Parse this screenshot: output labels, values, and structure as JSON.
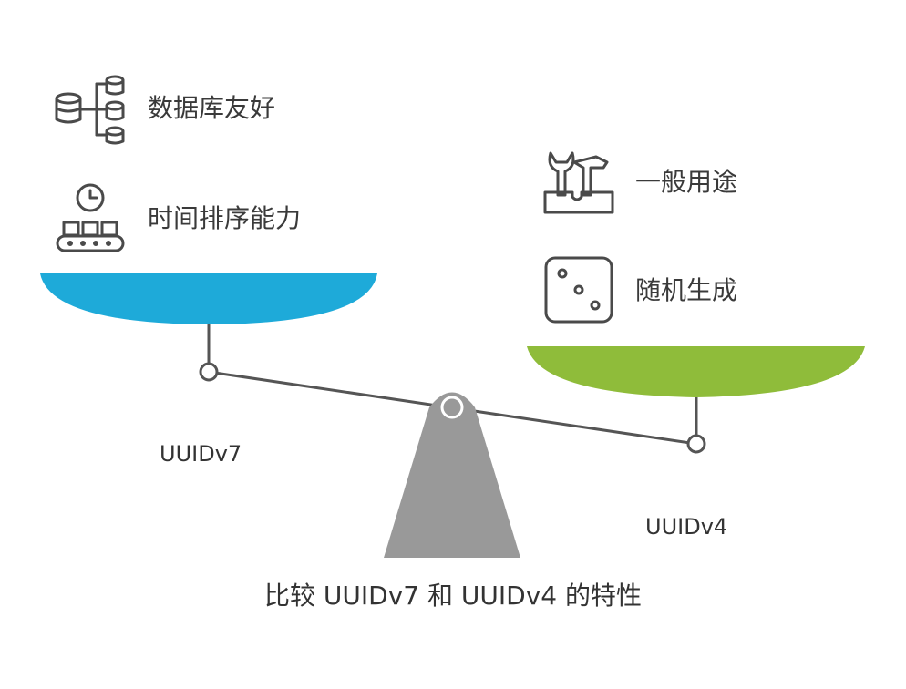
{
  "left": {
    "label": "UUIDv7",
    "color": "#1eaad9",
    "features": [
      {
        "icon": "database-hierarchy-icon",
        "label": "数据库友好"
      },
      {
        "icon": "clock-conveyor-icon",
        "label": "时间排序能力"
      }
    ]
  },
  "right": {
    "label": "UUIDv4",
    "color": "#8fbc3a",
    "features": [
      {
        "icon": "tools-toolbox-icon",
        "label": "一般用途"
      },
      {
        "icon": "dice-icon",
        "label": "随机生成"
      }
    ]
  },
  "fulcrum_color": "#999999",
  "caption": "比较 UUIDv7 和 UUIDv4 的特性"
}
